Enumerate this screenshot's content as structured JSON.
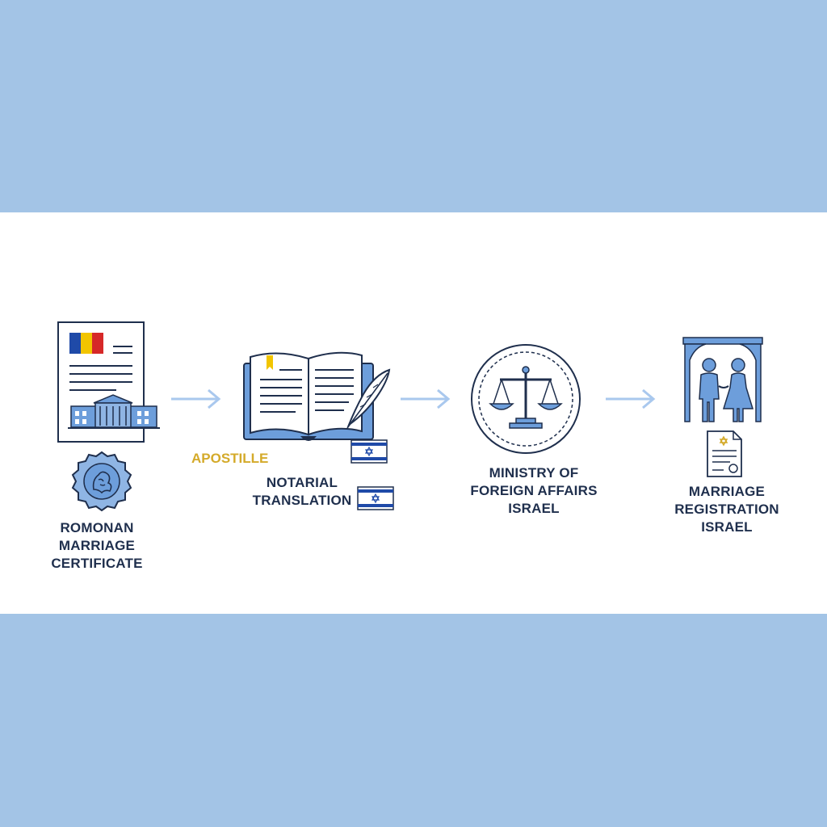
{
  "steps": [
    {
      "lines": [
        "ROMONAN",
        "MARRIAGE",
        "CERTIFICATE"
      ]
    },
    {
      "lines": [
        "NOTARIAL",
        "TRANSLATION"
      ],
      "badge": "APOSTILLE"
    },
    {
      "lines": [
        "MINISTRY OF",
        "FOREIGN AFFAIRS",
        "ISRAEL"
      ]
    },
    {
      "lines": [
        "MARRIAGE",
        "REGISTRATION",
        "ISRAEL"
      ]
    }
  ],
  "colors": {
    "band": "#a3c4e6",
    "navy": "#1f2f4d",
    "accent_blue": "#6d9edb",
    "arrow": "#a9c8ee",
    "gold": "#d4aa2a",
    "flag_blue": "#1f4aa8",
    "flag_yellow": "#f2c500",
    "flag_red": "#d62828"
  },
  "icons": [
    "document-icon",
    "wax-seal-icon",
    "open-book-icon",
    "quill-icon",
    "israel-flag-icon",
    "scales-icon",
    "couple-icon",
    "certificate-icon",
    "arrow-right-icon"
  ]
}
